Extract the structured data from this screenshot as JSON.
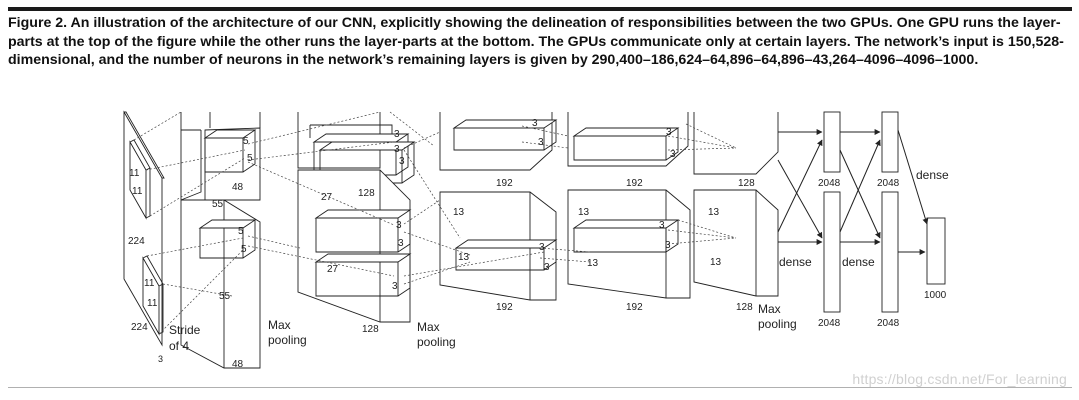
{
  "caption": {
    "text": "Figure 2. An illustration of the architecture of our CNN, explicitly showing the delineation of responsibilities between the two GPUs. One GPU runs the layer-parts at the top of the figure while the other runs the layer-parts at the bottom. The GPUs communicate only at certain layers. The network’s input is 150,528-dimensional, and the number of neurons in the network’s remaining layers is given by 290,400–186,624–64,896–64,896–43,264–4096–4096–1000."
  },
  "labels": {
    "input_width": "224",
    "input_height": "224",
    "input_depth": "3",
    "kernel_11a": "11",
    "kernel_11b": "11",
    "kernel_11c": "11",
    "kernel_11d": "11",
    "stride": "Stride",
    "stride_of": "of 4",
    "conv1_55a": "55",
    "conv1_55b": "55",
    "conv1_depth": "48",
    "conv1_depth_bottom": "48",
    "k5_top_a": "5",
    "k5_top_b": "5",
    "k5_bot_a": "5",
    "k5_bot_b": "5",
    "maxpool1_a": "Max",
    "maxpool1_b": "pooling",
    "conv2_27_top": "27",
    "conv2_27_bottom": "27",
    "conv2_depth_top": "128",
    "conv2_depth_bottom": "128",
    "k3_c2_t1": "3",
    "k3_c2_t2": "3",
    "k3_c2_b1": "3",
    "k3_c2_b2": "3",
    "k3_c2_b3": "3",
    "k3_c2_b4": "3",
    "maxpool2_a": "Max",
    "maxpool2_b": "pooling",
    "conv3_13a": "13",
    "conv3_13b": "13",
    "conv3_depth_top": "192",
    "conv3_depth_bottom": "192",
    "k3_c3_t1": "3",
    "k3_c3_t2": "3",
    "k3_c3_b1": "3",
    "k3_c3_b2": "3",
    "conv4_13": "13",
    "conv4_13b": "13",
    "conv4_depth_top": "192",
    "conv4_depth_bottom": "192",
    "k3_c4_t1": "3",
    "k3_c4_t2": "3",
    "k3_c4_b1": "3",
    "k3_c4_b2": "3",
    "conv5_13": "13",
    "conv5_13b": "13",
    "conv5_depth_top": "128",
    "conv5_depth_bottom": "128",
    "maxpool3_a": "Max",
    "maxpool3_b": "pooling",
    "fc1_top": "2048",
    "fc1_bottom": "2048",
    "fc2_top": "2048",
    "fc2_bottom": "2048",
    "dense_1": "dense",
    "dense_2": "dense",
    "dense_3": "dense",
    "output": "1000"
  },
  "watermark": "https://blog.csdn.net/For_learning",
  "colors": {
    "ink": "#222222",
    "caption": "#111111",
    "watermark": "#d0d0d0"
  }
}
